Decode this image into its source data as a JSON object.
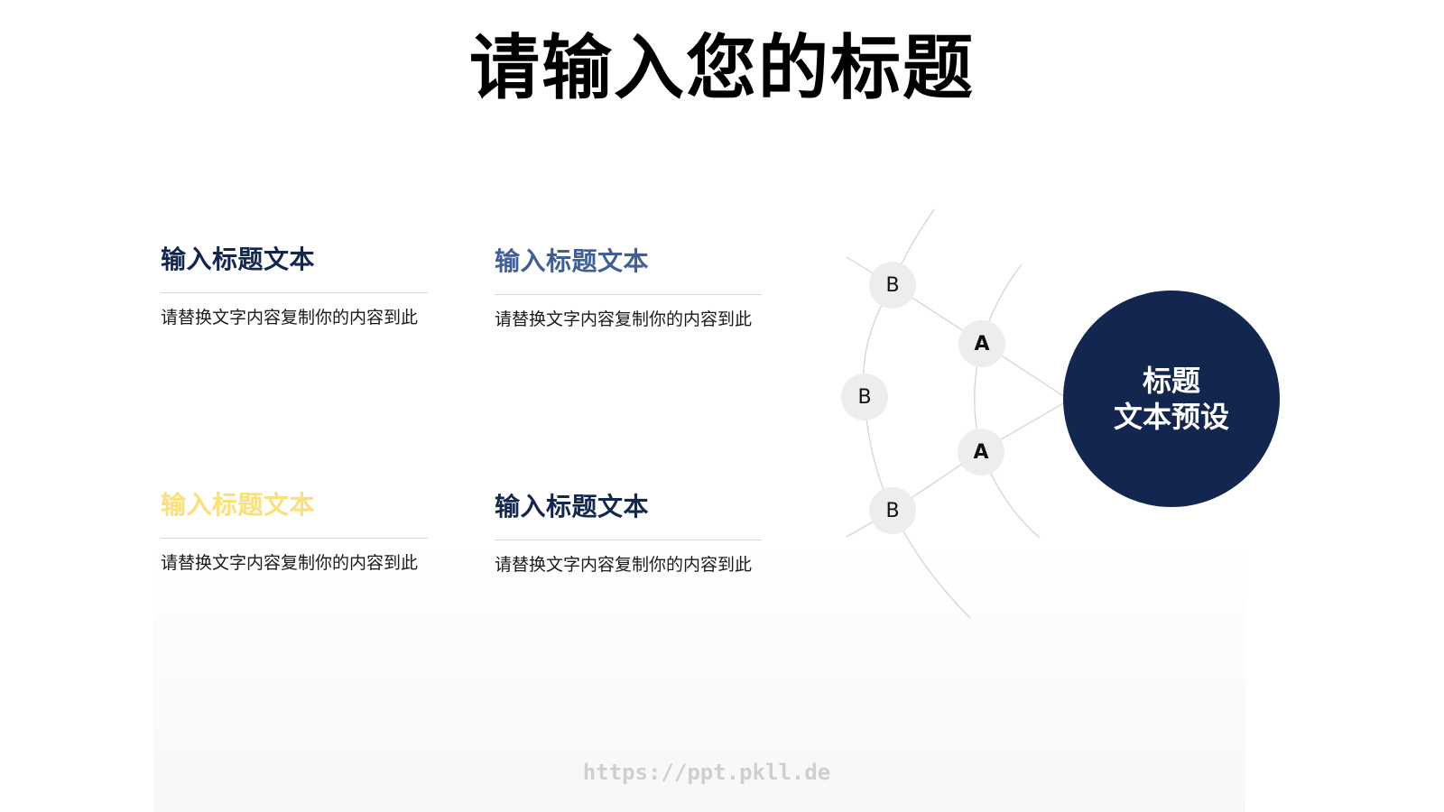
{
  "slide": {
    "title": "请输入您的标题",
    "colors": {
      "navy": "#12264f",
      "blue": "#3f5f96",
      "yellow": "#fbe07a",
      "node_fill": "#ededef",
      "connector": "#d4d4d6",
      "divider": "#d9d9d9"
    }
  },
  "cards": [
    {
      "heading": "输入标题文本",
      "body": "请替换文字内容复制你的内容到此",
      "color": "#12264f"
    },
    {
      "heading": "输入标题文本",
      "body": "请替换文字内容复制你的内容到此",
      "color": "#3f5f96"
    },
    {
      "heading": "输入标题文本",
      "body": "请替换文字内容复制你的内容到此",
      "color": "#fbe07a"
    },
    {
      "heading": "输入标题文本",
      "body": "请替换文字内容复制你的内容到此",
      "color": "#12264f"
    }
  ],
  "diagram": {
    "hub": {
      "line1": "标题",
      "line2": "文本预设"
    },
    "inner_nodes": [
      {
        "label": "A"
      },
      {
        "label": "A"
      }
    ],
    "outer_nodes": [
      {
        "label": "B"
      },
      {
        "label": "B"
      },
      {
        "label": "B"
      }
    ]
  },
  "watermark": "https://ppt.pkll.de"
}
